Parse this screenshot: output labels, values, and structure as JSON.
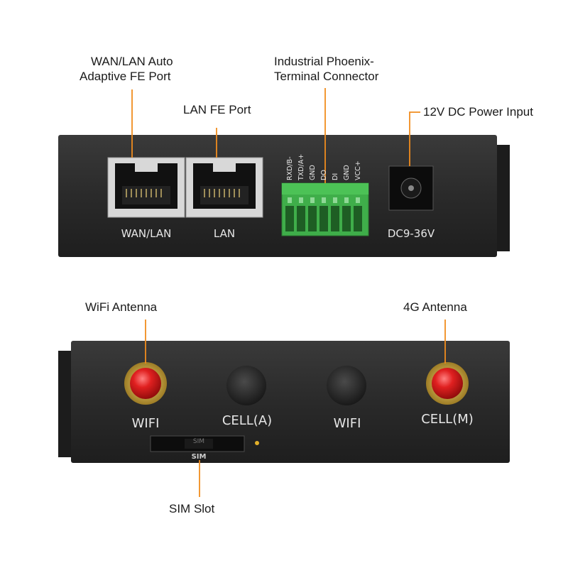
{
  "callouts": {
    "wan_lan_port": [
      "WAN/LAN Auto",
      "Adaptive FE Port"
    ],
    "lan_port": "LAN FE Port",
    "terminal_connector": [
      "Industrial Phoenix-",
      "Terminal Connector"
    ],
    "power_input": "12V DC Power Input",
    "wifi_antenna": "WiFi Antenna",
    "lte_antenna": "4G Antenna",
    "sim_slot": "SIM Slot"
  },
  "front_panel": {
    "wan_lan_label": "WAN/LAN",
    "lan_label": "LAN",
    "power_label": "DC9-36V",
    "terminal_pins": [
      "RXD/B-",
      "TXD/A+",
      "GND",
      "DO",
      "DI",
      "GND",
      "VCC+"
    ]
  },
  "rear_panel": {
    "wifi_label_left": "WIFI",
    "cell_a_label": "CELL(A)",
    "wifi_label_right": "WIFI",
    "cell_m_label": "CELL(M)",
    "sim_tray_text": "SIM",
    "sim_label": "SIM"
  },
  "colors": {
    "leader_line": "#f08c1e",
    "device_body": "#2b2b2b",
    "terminal_block": "#3fae4a",
    "antenna_tip": "#d81e1e",
    "antenna_base": "#c9a227"
  }
}
